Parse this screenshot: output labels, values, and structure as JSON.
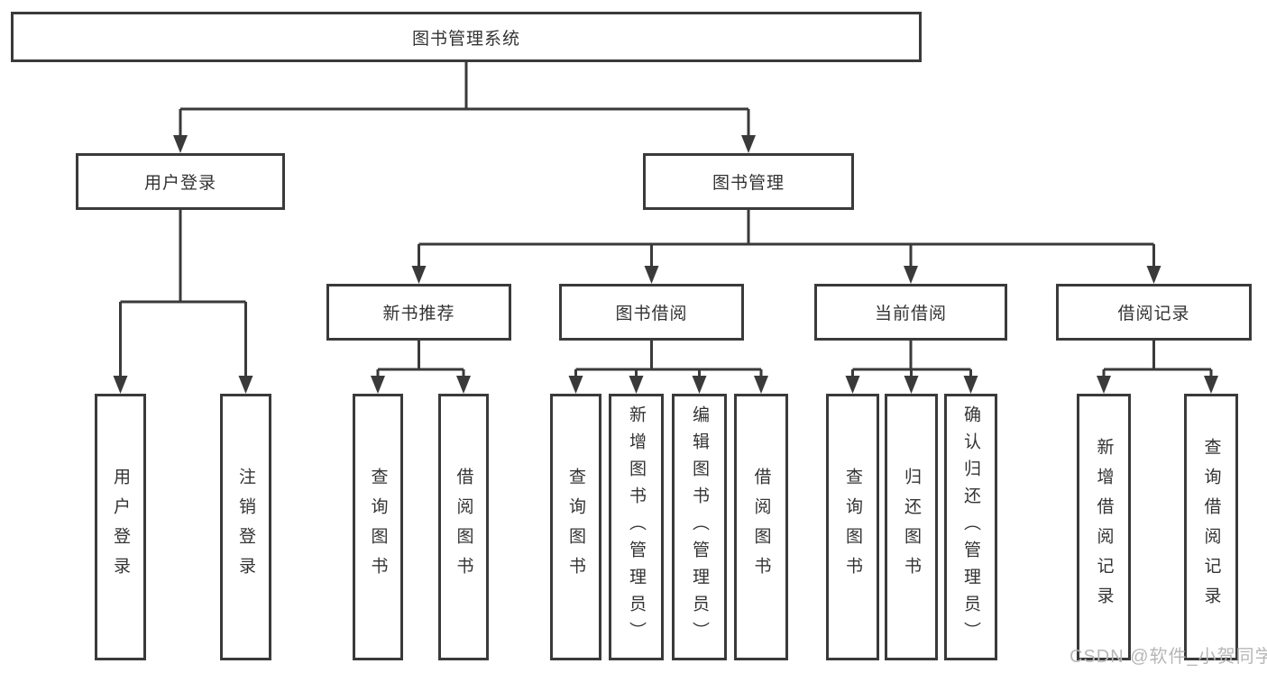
{
  "nodes": {
    "root": "图书管理系统",
    "user_login": "用户登录",
    "book_mgmt": "图书管理",
    "new_book_rec": "新书推荐",
    "book_borrow": "图书借阅",
    "current_borrow": "当前借阅",
    "borrow_record": "借阅记录",
    "leaf_user_login": "用户登录",
    "leaf_logout": "注销登录",
    "leaf_nb_query": "查询图书",
    "leaf_nb_borrow": "借阅图书",
    "leaf_bb_query": "查询图书",
    "leaf_bb_add": "新增图书（管理员）",
    "leaf_bb_edit": "编辑图书（管理员）",
    "leaf_bb_borrow": "借阅图书",
    "leaf_cb_query": "查询图书",
    "leaf_cb_return": "归还图书",
    "leaf_cb_confirm": "确认归还（管理员）",
    "leaf_br_add": "新增借阅记录",
    "leaf_br_query": "查询借阅记录"
  },
  "structure": {
    "root": "图书管理系统",
    "children": [
      {
        "label": "用户登录",
        "children": [
          "用户登录",
          "注销登录"
        ]
      },
      {
        "label": "图书管理",
        "children": [
          {
            "label": "新书推荐",
            "children": [
              "查询图书",
              "借阅图书"
            ]
          },
          {
            "label": "图书借阅",
            "children": [
              "查询图书",
              "新增图书（管理员）",
              "编辑图书（管理员）",
              "借阅图书"
            ]
          },
          {
            "label": "当前借阅",
            "children": [
              "查询图书",
              "归还图书",
              "确认归还（管理员）"
            ]
          },
          {
            "label": "借阅记录",
            "children": [
              "新增借阅记录",
              "查询借阅记录"
            ]
          }
        ]
      }
    ]
  },
  "watermark": "CSDN @软件_小贺同学",
  "colors": {
    "line": "#3a3a3a",
    "border": "#3a3a3a",
    "text": "#333333",
    "watermark_text": "#b7b7b7",
    "background": "#ffffff"
  }
}
